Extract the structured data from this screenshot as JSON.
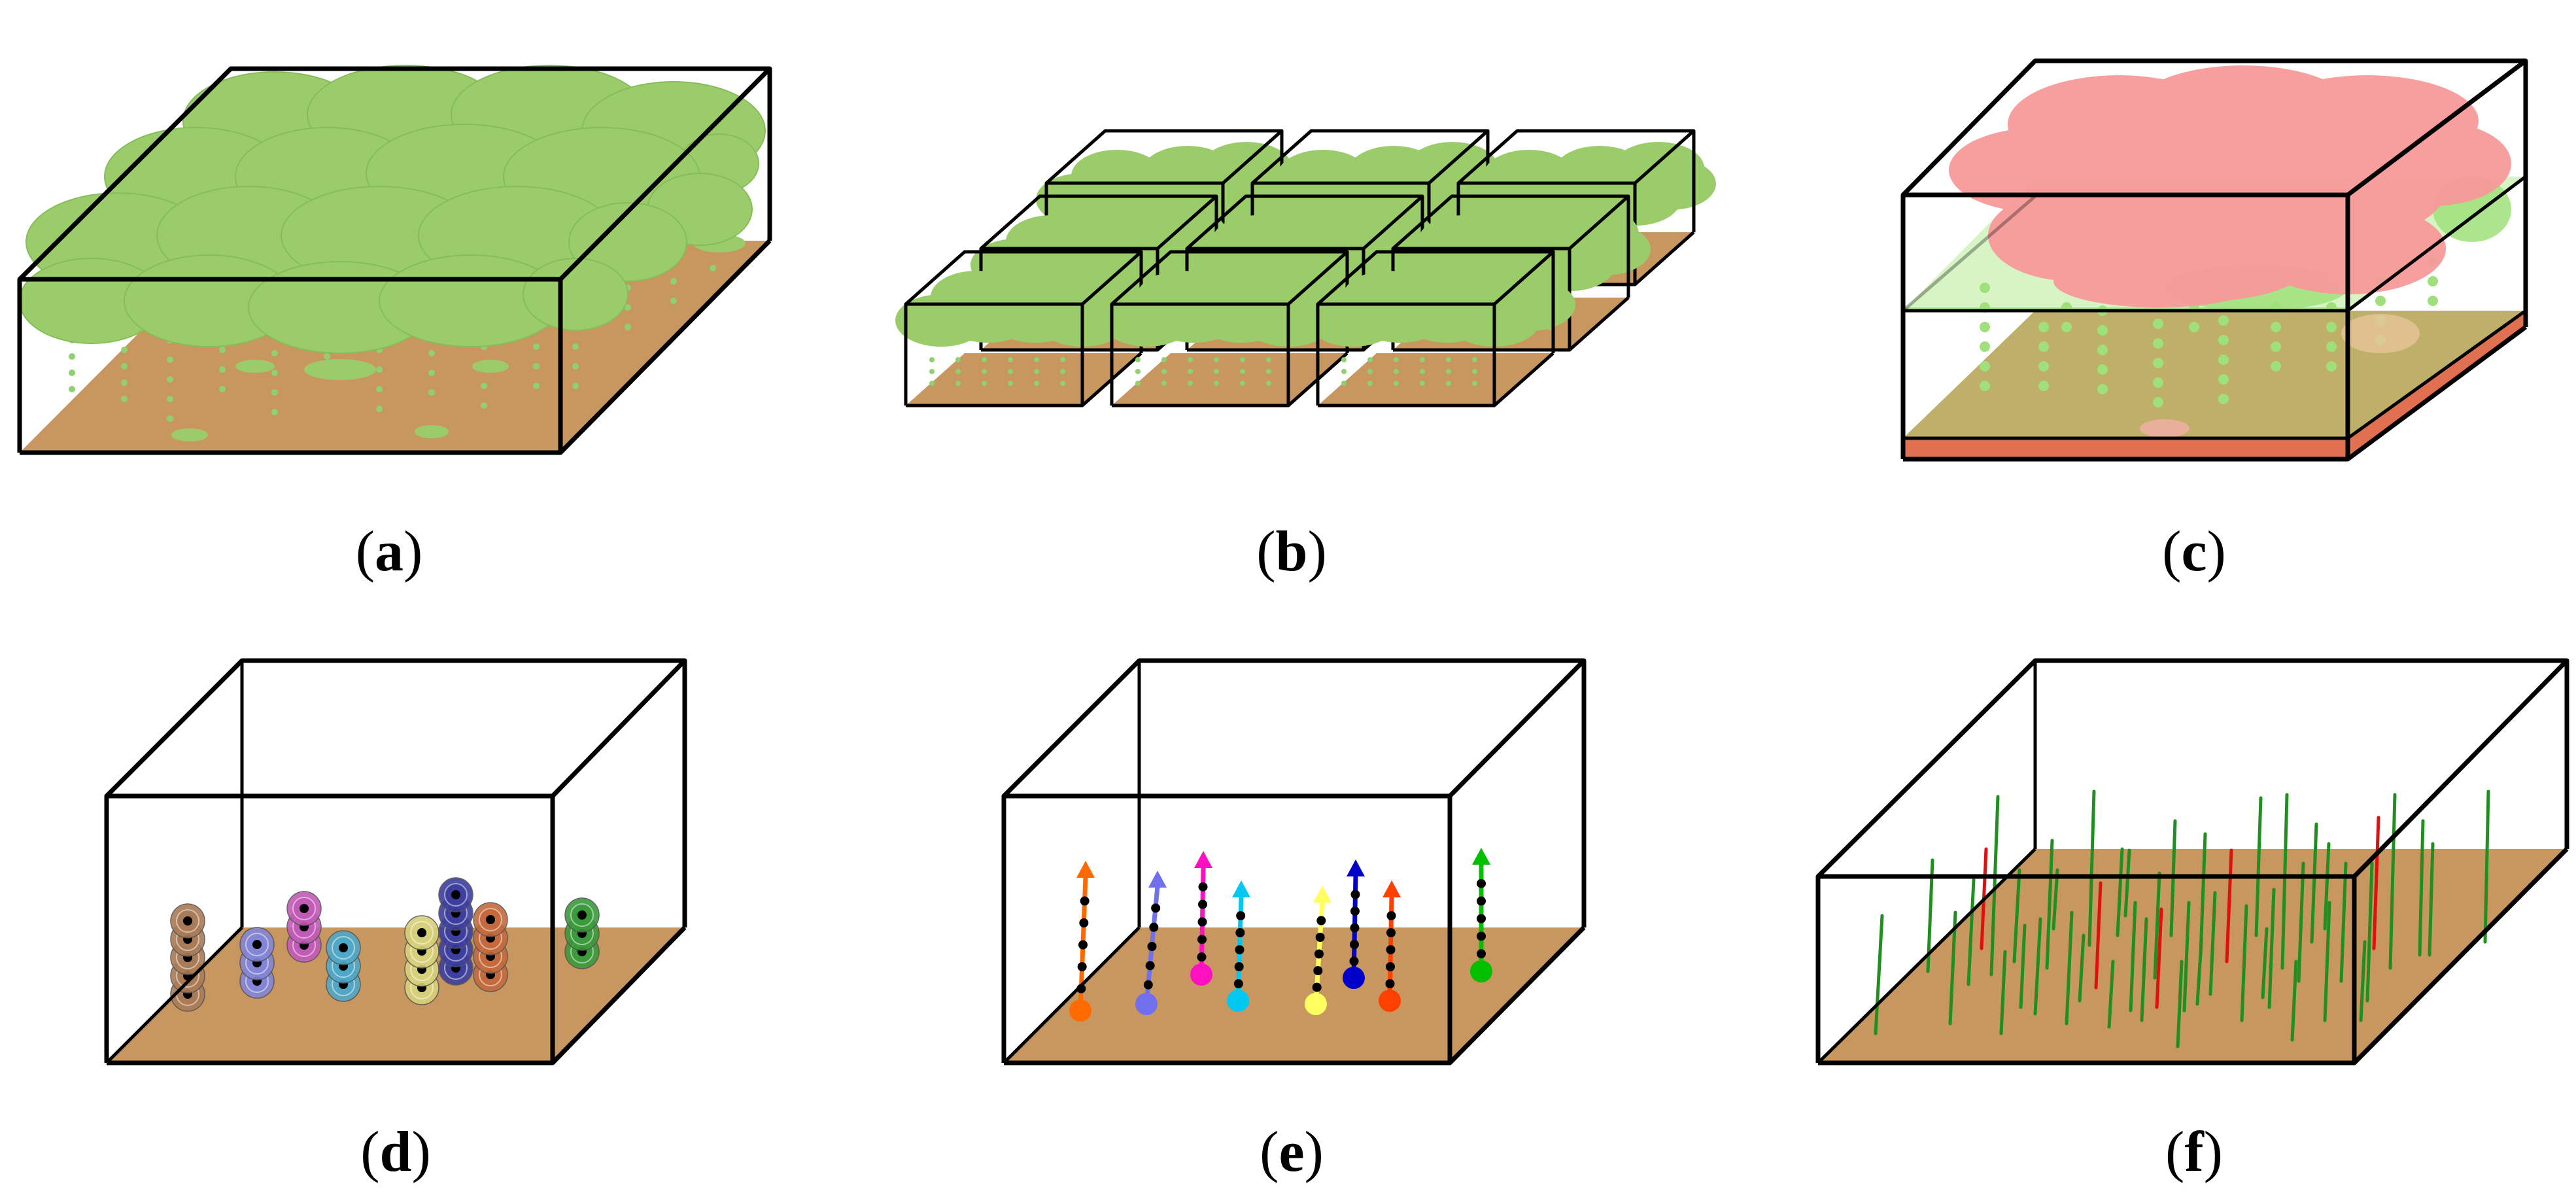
{
  "panels": [
    {
      "label_open": "(",
      "label_letter": "a",
      "label_close": ")"
    },
    {
      "label_open": "(",
      "label_letter": "b",
      "label_close": ")"
    },
    {
      "label_open": "(",
      "label_letter": "c",
      "label_close": ")"
    },
    {
      "label_open": "(",
      "label_letter": "d",
      "label_close": ")"
    },
    {
      "label_open": "(",
      "label_letter": "e",
      "label_close": ")"
    },
    {
      "label_open": "(",
      "label_letter": "f",
      "label_close": ")"
    }
  ],
  "colors": {
    "soil": "#c8965f",
    "soil_red": "#e07050",
    "canopy": "#9acd6a",
    "canopy_dark": "#7fbf55",
    "cloud_pink": "#f79a9a",
    "layer_green": "#c9f0b0",
    "stem_green": "#1f8f1f",
    "stem_red": "#e01010",
    "outline": "#000000"
  },
  "cohort_colors": [
    "#a97b56",
    "#8385d6",
    "#c25ab8",
    "#4fa8c8",
    "#d6d07a",
    "#3d3f9e",
    "#c46a3c",
    "#3b9a3b"
  ],
  "trajectory_colors": [
    "#ff6a00",
    "#7070ee",
    "#ff10c0",
    "#00c8f0",
    "#ffff60",
    "#0000c8",
    "#ff4000",
    "#00c000"
  ]
}
